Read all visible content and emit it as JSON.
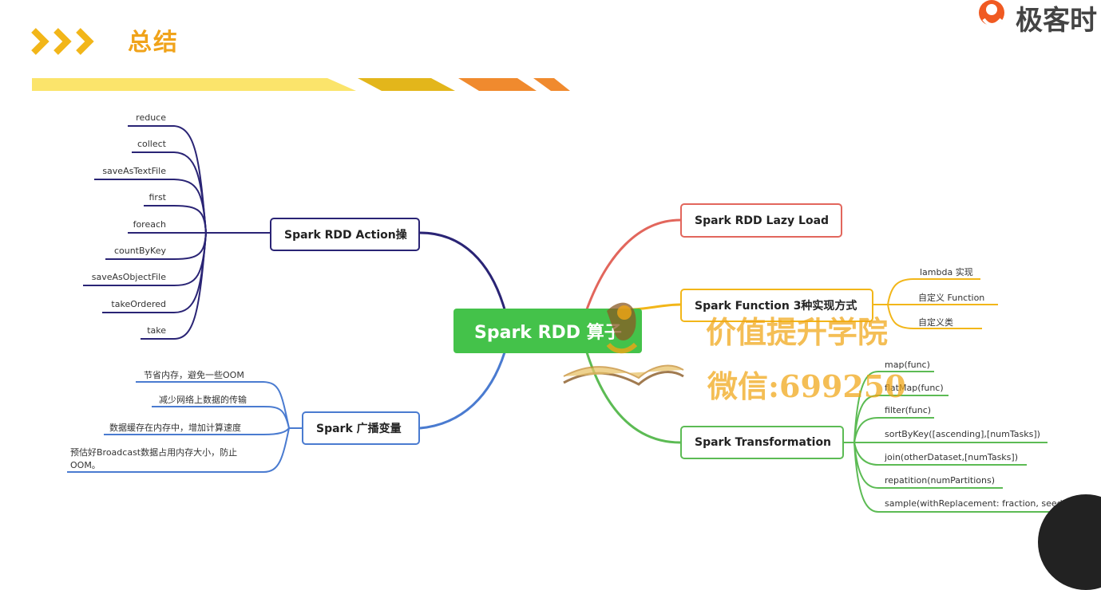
{
  "header": {
    "title": "总结",
    "logo_text": "极客时"
  },
  "center": {
    "label": "Spark RDD 算子"
  },
  "branches": {
    "action": {
      "label": "Spark RDD Action操",
      "items": [
        "reduce",
        "collect",
        "saveAsTextFile",
        "first",
        "foreach",
        "countByKey",
        "saveAsObjectFile",
        "takeOrdered",
        "take"
      ]
    },
    "broadcast": {
      "label": "Spark 广播变量",
      "items": [
        "节省内存，避免一些OOM",
        "减少网络上数据的传输",
        "数据缓存在内存中，增加计算速度",
        "预估好Broadcast数据占用内存大小，防止",
        "OOM。"
      ]
    },
    "lazy": {
      "label": "Spark RDD  Lazy Load"
    },
    "function": {
      "label": "Spark Function 3种实现方式",
      "items": [
        "lambda 实现",
        "自定义 Function",
        "自定义类"
      ]
    },
    "transformation": {
      "label": "Spark Transformation",
      "items": [
        "map(func)",
        "flatMap(func)",
        "filter(func)",
        "sortByKey([ascending],[numTasks])",
        "join(otherDataset,[numTasks])",
        "repatition(numPartitions)",
        "sample(withReplacement: fraction, seed)"
      ]
    }
  },
  "watermark": {
    "line1": "价值提升学院",
    "line2": "微信:699250"
  },
  "colors": {
    "action": "#2a2475",
    "broadcast": "#4a7bd0",
    "lazy": "#e2665c",
    "function": "#f2b619",
    "transformation": "#5cbb54",
    "center": "#44c24a",
    "title": "#f0a31a"
  }
}
